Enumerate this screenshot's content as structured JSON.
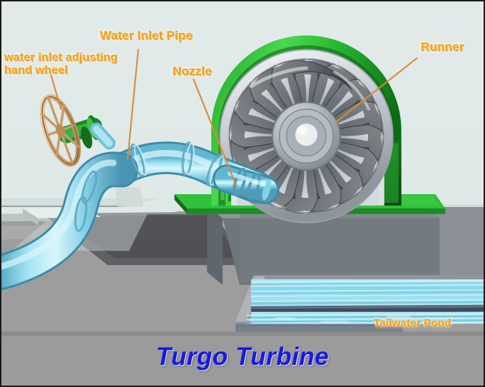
{
  "diagram": {
    "title": "Turgo Turbine",
    "title_color": "#1718e8",
    "background_color": "#dfe9e7",
    "label_color": "#f2a01e",
    "labels": [
      {
        "id": "hand-wheel",
        "text": "water inlet adjusting\nhand wheel"
      },
      {
        "id": "water-inlet-pipe",
        "text": "Water Inlet Pipe"
      },
      {
        "id": "nozzle",
        "text": "Nozzle"
      },
      {
        "id": "runner",
        "text": "Runner"
      },
      {
        "id": "tailwater-pond",
        "text": "Tailwater Pond"
      }
    ],
    "components": {
      "casing_color": "#2fbf3a",
      "pipe_color": "#7fd3e8",
      "runner_color": "#b9bfc6",
      "valve_stem_color": "#1f8a2a",
      "hand_wheel_color": "#d6ad7a",
      "concrete_color": "#9a9a9a",
      "water_color": "#8fdcec",
      "leader_line_color": "#d98a3a"
    }
  }
}
